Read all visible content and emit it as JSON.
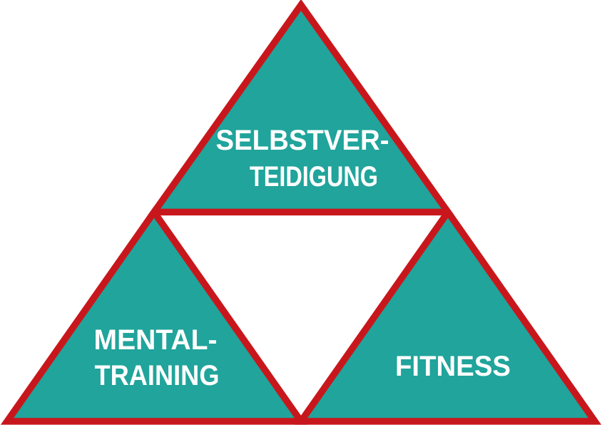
{
  "diagram": {
    "type": "triangle-pyramid",
    "triangles": [
      {
        "id": "top",
        "lines": [
          "SELBSTVER-",
          "TEIDIGUNG"
        ]
      },
      {
        "id": "bottom-left",
        "lines": [
          "MENTAL-",
          "TRAINING"
        ]
      },
      {
        "id": "bottom-right",
        "lines": [
          "FITNESS"
        ]
      }
    ],
    "colors": {
      "fill": "#20A49B",
      "border": "#C8171C",
      "text": "#FFFFFF",
      "background": "#FFFFFF"
    }
  }
}
